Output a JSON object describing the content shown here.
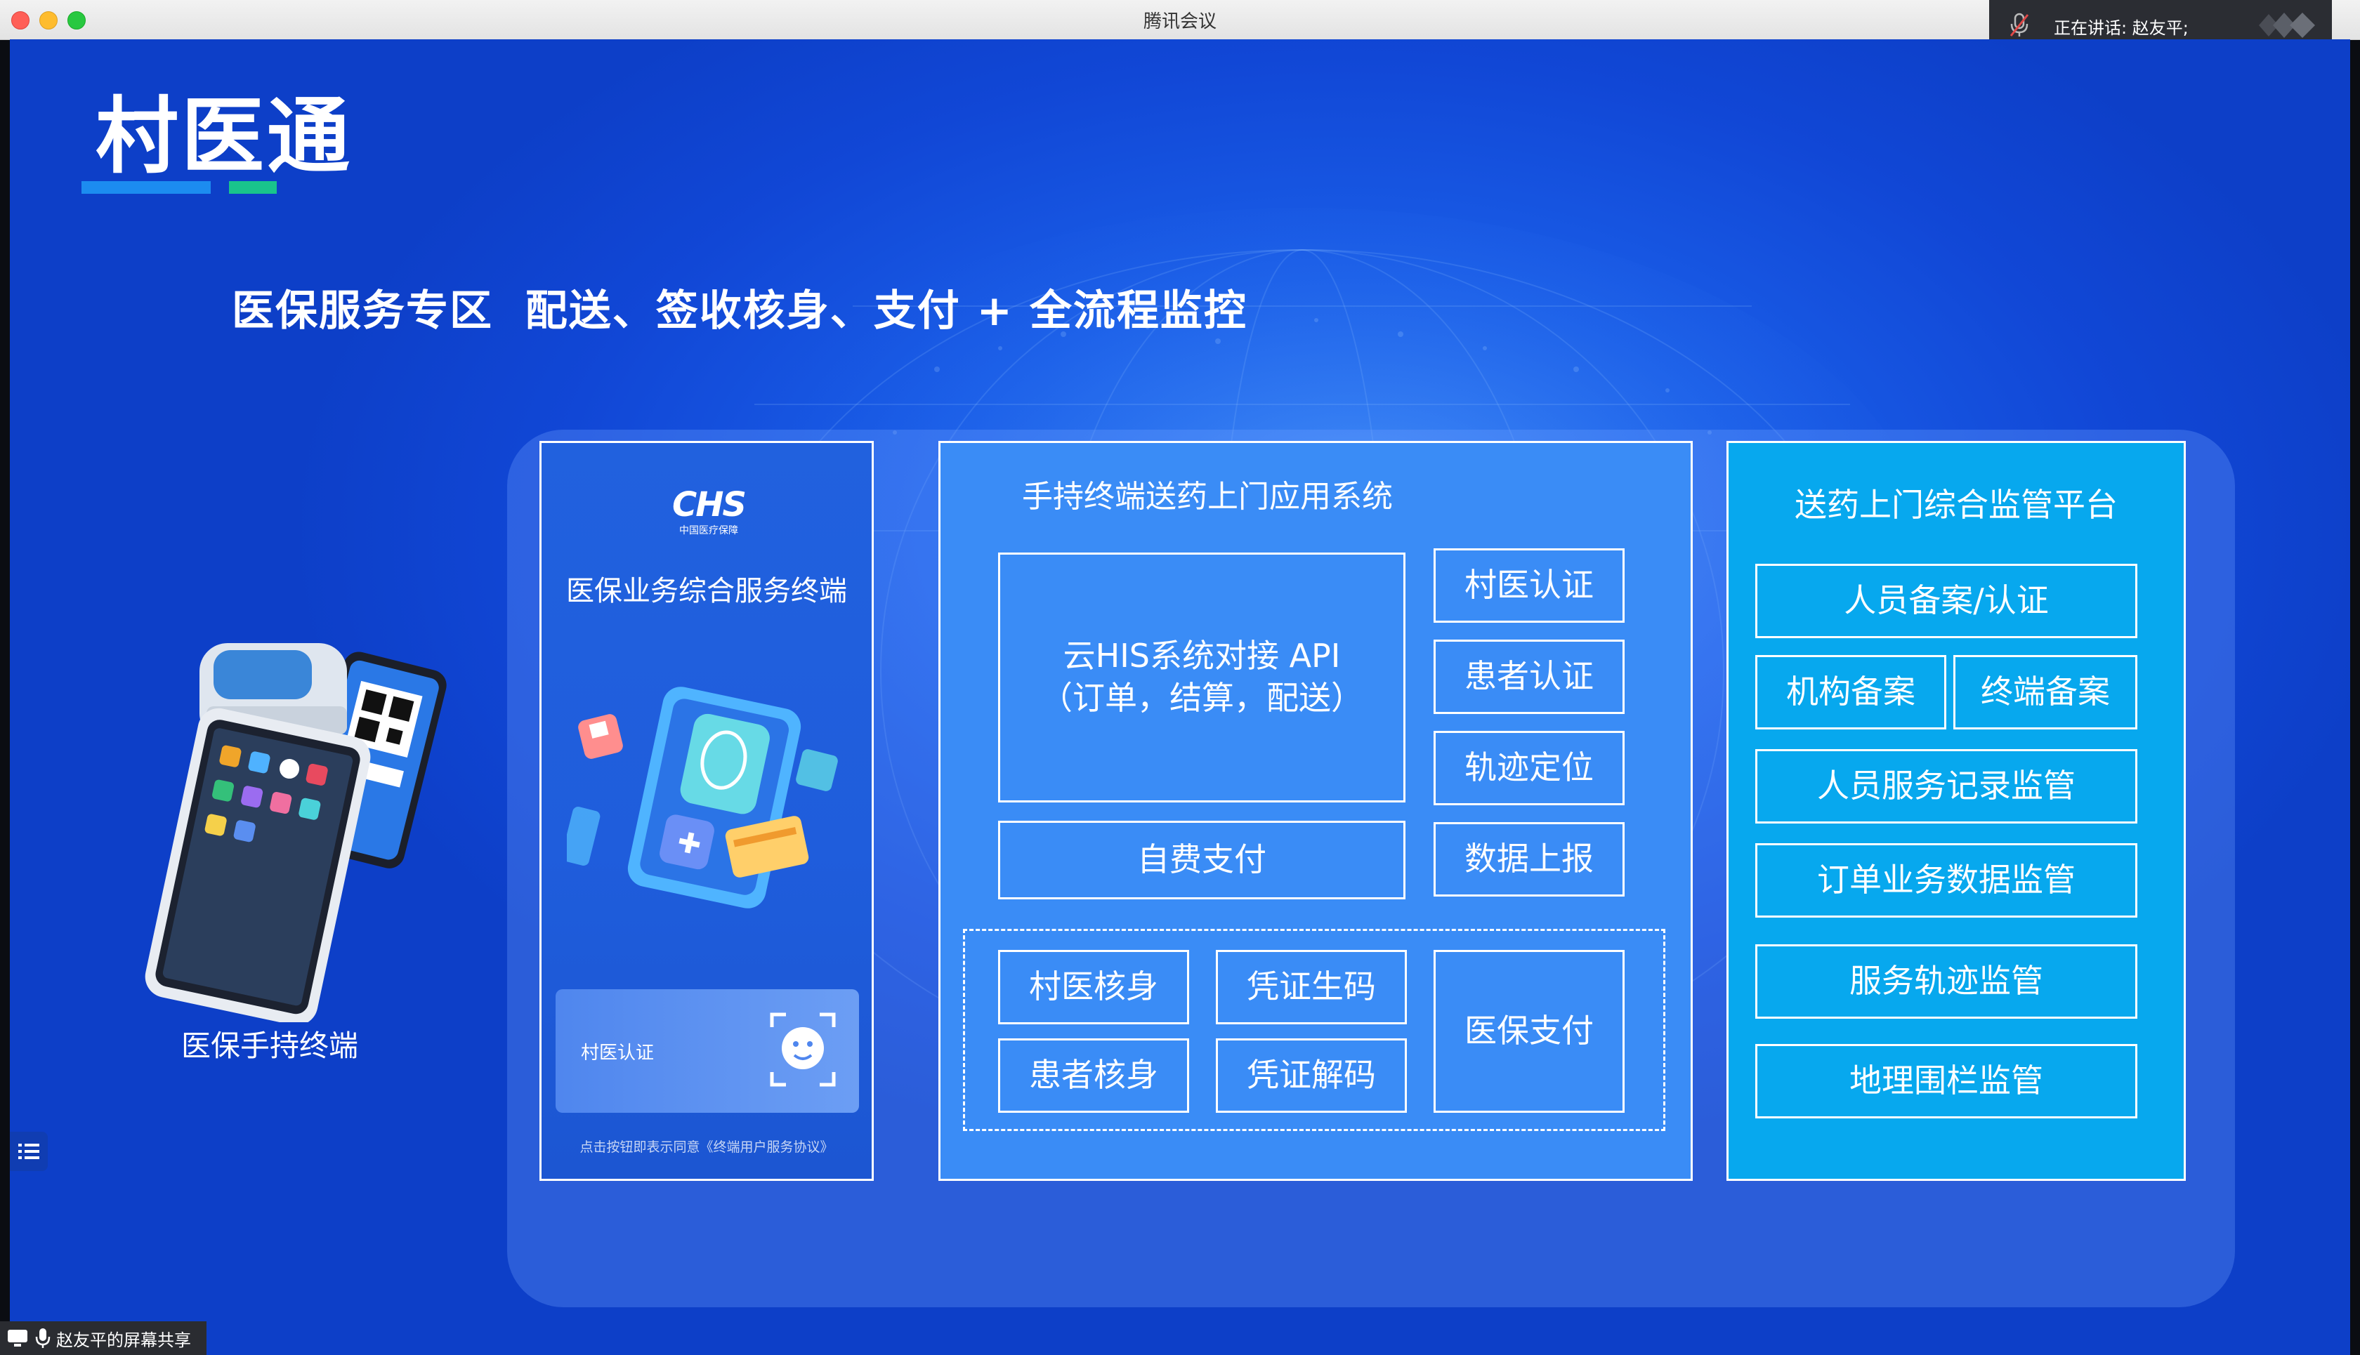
{
  "window": {
    "title": "腾讯会议"
  },
  "speaker": {
    "label": "正在讲话: 赵友平;"
  },
  "slide": {
    "title": "村医通",
    "subtitle": "医保服务专区  配送、签收核身、支付 + 全流程监控",
    "device_label": "医保手持终端",
    "colors": {
      "background": "#1a5ee8",
      "accent_blue": "#1c8cf0",
      "accent_green": "#19c48c",
      "system_card": "#3a8cf6",
      "platform_card": "#07a8ee"
    }
  },
  "terminal": {
    "logo": "CHS",
    "logo_sub": "中国医疗保障",
    "title": "医保业务综合服务终端",
    "auth_label": "村医认证",
    "agreement": "点击按钮即表示同意《终端用户服务协议》"
  },
  "system": {
    "title": "手持终端送药上门应用系统",
    "api_box_line1": "云HIS系统对接 API",
    "api_box_line2": "（订单，结算，配送）",
    "self_pay": "自费支付",
    "village_doctor_auth": "村医认证",
    "patient_auth": "患者认证",
    "track_location": "轨迹定位",
    "data_report": "数据上报",
    "village_doctor_verify": "村医核身",
    "patient_verify": "患者核身",
    "voucher_generate": "凭证生码",
    "voucher_decode": "凭证解码",
    "insurance_pay": "医保支付"
  },
  "platform": {
    "title": "送药上门综合监管平台",
    "personnel_record": "人员备案/认证",
    "institution_record": "机构备案",
    "terminal_record": "终端备案",
    "service_record_supervision": "人员服务记录监管",
    "order_data_supervision": "订单业务数据监管",
    "service_track_supervision": "服务轨迹监管",
    "geofence_supervision": "地理围栏监管"
  },
  "share": {
    "label": "赵友平的屏幕共享"
  }
}
